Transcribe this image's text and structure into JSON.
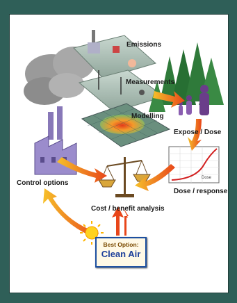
{
  "labels": {
    "emissions": "Emissions",
    "measurements": "Measurements",
    "modelling": "Modelling",
    "expose_dose": "Expose / Dose",
    "dose_response": "Dose / response",
    "control_options": "Control options",
    "cost_benefit": "Cost / benefit analysis",
    "dose_axis": "Dose"
  },
  "best_option": {
    "subtitle": "Best Option:",
    "title": "Clean Air"
  },
  "colors": {
    "frame": "#2f5f58",
    "arrow": "#e8611a",
    "badge_text": "#1d3f9a"
  }
}
